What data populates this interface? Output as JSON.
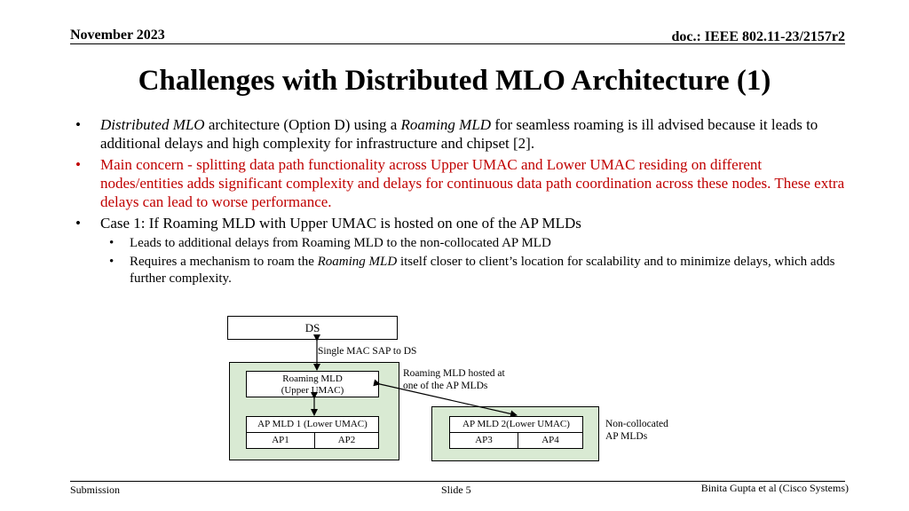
{
  "header": {
    "date": "November 2023",
    "doc": "doc.: IEEE 802.11-23/2157r2"
  },
  "title": "Challenges with Distributed MLO Architecture (1)",
  "bullets": {
    "b1": {
      "em1": "Distributed MLO",
      "t1": " architecture (Option D) using a ",
      "em2": "Roaming MLD",
      "t2": " for seamless roaming is ill advised because it leads to additional delays and high complexity for infrastructure and chipset [2]."
    },
    "b2": "Main concern - splitting data path functionality across Upper UMAC and Lower UMAC residing on different nodes/entities adds significant complexity and delays for continuous data path coordination across these nodes. These extra delays can lead to worse performance.",
    "b3": "Case 1: If Roaming MLD with Upper UMAC is hosted on one of the AP MLDs",
    "b3_sub1": "Leads to additional delays from Roaming MLD to the non-collocated AP MLD",
    "b3_sub2": {
      "t1": "Requires a mechanism to roam the ",
      "em": "Roaming MLD",
      "t2": " itself closer to client’s location for scalability and to minimize delays, which adds further complexity."
    },
    "bullet_char": "•"
  },
  "diagram": {
    "ds": "DS",
    "sap_label": "Single MAC SAP to DS",
    "roaming_mld_line1": "Roaming MLD",
    "roaming_mld_line2": "(Upper UMAC)",
    "hosted_line1": "Roaming MLD hosted at",
    "hosted_line2": "one of the AP MLDs",
    "ap_mld1": "AP MLD 1 (Lower UMAC)",
    "ap1": "AP1",
    "ap2": "AP2",
    "ap_mld2": "AP MLD 2(Lower UMAC)",
    "ap3": "AP3",
    "ap4": "AP4",
    "noncol_line1": "Non-collocated",
    "noncol_line2": "AP MLDs",
    "fill_color": "#d9ead3"
  },
  "footer": {
    "left": "Submission",
    "center": "Slide 5",
    "right": "Binita Gupta et al (Cisco Systems)"
  }
}
